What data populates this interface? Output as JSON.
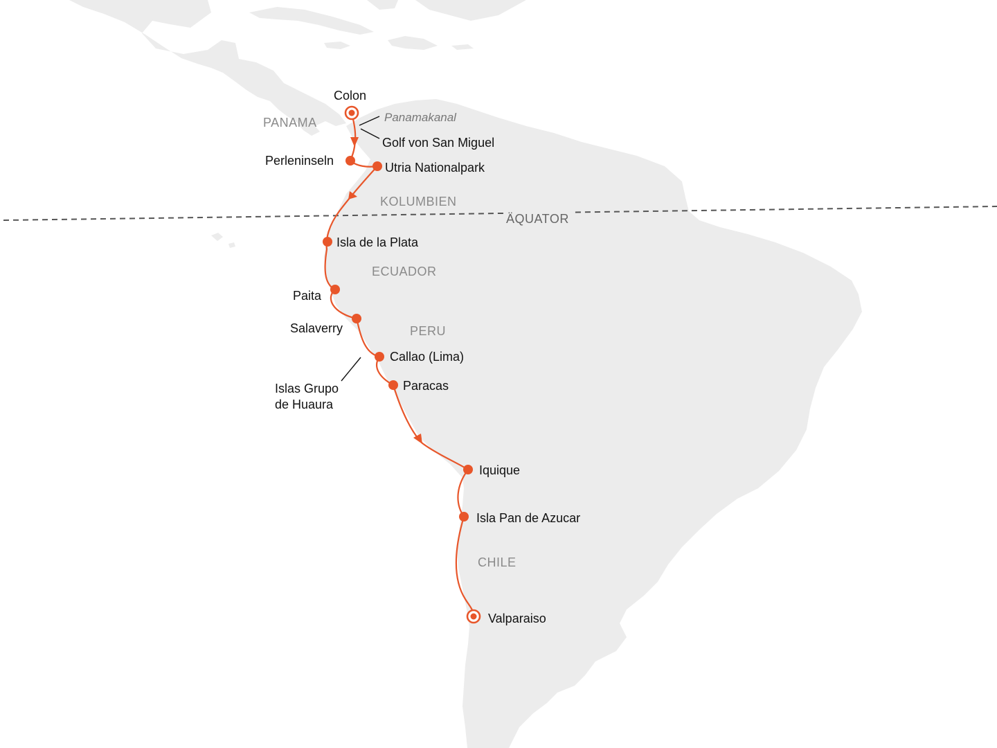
{
  "map": {
    "equator_label": "ÄQUATOR",
    "canal_label": "Panamakanal",
    "countries": {
      "panama": "PANAMA",
      "kolumbien": "KOLUMBIEN",
      "ecuador": "ECUADOR",
      "peru": "PERU",
      "chile": "CHILE"
    },
    "ports": {
      "colon": "Colon",
      "golf": "Golf von San Miguel",
      "perleninseln": "Perleninseln",
      "utria": "Utria Nationalpark",
      "isla_plata": "Isla de la Plata",
      "paita": "Paita",
      "salaverry": "Salaverry",
      "callao": "Callao (Lima)",
      "paracas": "Paracas",
      "huaura_line1": "Islas Grupo",
      "huaura_line2": "de Huaura",
      "iquique": "Iquique",
      "pan_azucar": "Isla Pan de Azucar",
      "valparaiso": "Valparaiso"
    },
    "colors": {
      "route": "#e8562a",
      "land": "#ececec",
      "country_label": "#8a8a8a"
    }
  }
}
